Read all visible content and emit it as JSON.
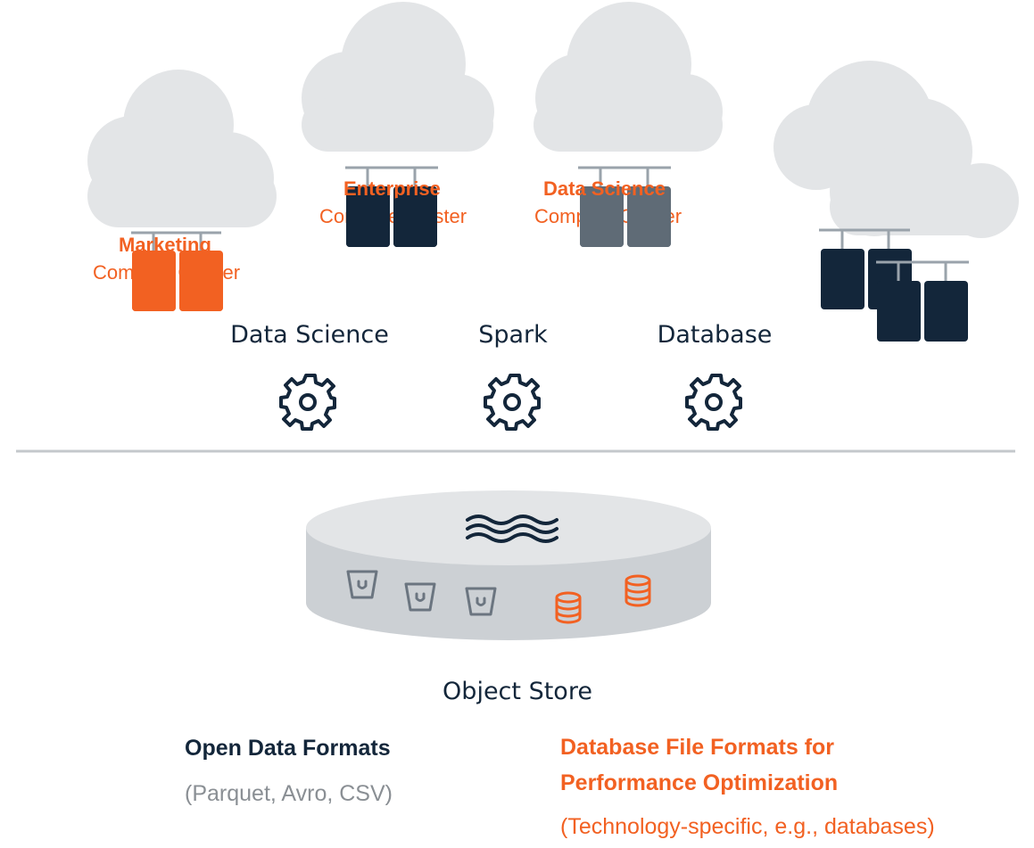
{
  "clusters": [
    {
      "title": "Marketing",
      "subtitle": "Compute Cluster",
      "color": "#f26122"
    },
    {
      "title": "Enterprise",
      "subtitle": "Compute Cluster",
      "color": "#13263a"
    },
    {
      "title": "Data Science",
      "subtitle": "Compute Cluster",
      "color": "#5f6b76"
    },
    {
      "title": "",
      "subtitle": "",
      "color": "#13263a"
    }
  ],
  "engines": [
    {
      "label": "Data Science",
      "icon": "gear-icon"
    },
    {
      "label": "Spark",
      "icon": "gear-icon"
    },
    {
      "label": "Database",
      "icon": "gear-icon"
    }
  ],
  "object_store": {
    "label": "Object Store",
    "icons": [
      "waves-icon",
      "bucket-icon",
      "bucket-icon",
      "bucket-icon",
      "database-icon",
      "database-icon"
    ]
  },
  "formats": {
    "open": {
      "title": "Open Data Formats",
      "subtitle": "(Parquet, Avro, CSV)"
    },
    "database": {
      "title": "Database File Formats for Performance Optimization",
      "subtitle": "(Technology-specific, e.g., databases)"
    }
  },
  "colors": {
    "accent": "#f26122",
    "navy": "#13263a",
    "slate": "#5f6b76",
    "cloud": "#e3e5e7",
    "divider": "#c4c8cc",
    "store_top": "#e3e5e7",
    "store_side": "#ccd0d4"
  }
}
